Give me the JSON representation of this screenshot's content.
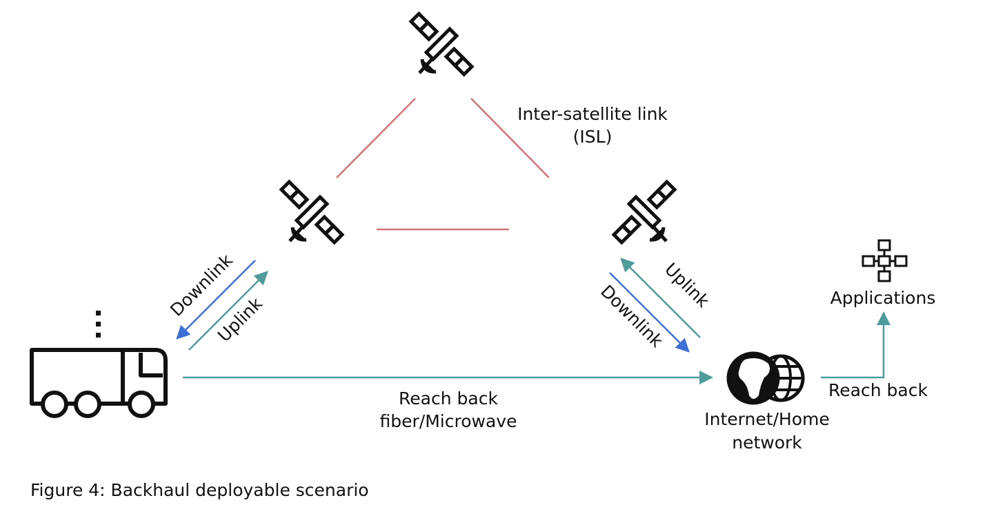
{
  "colors": {
    "isl_link": "#d4727a",
    "downlink": "#3d6fd6",
    "uplink": "#4f9a9a",
    "reach_back": "#4f9a9a",
    "icon": "#111111"
  },
  "labels": {
    "isl_line1": "Inter-satellite link",
    "isl_line2": "(ISL)",
    "left_downlink": "Downlink",
    "left_uplink": "Uplink",
    "right_uplink": "Uplink",
    "right_downlink": "Downlink",
    "reach_back_line1": "Reach back",
    "reach_back_line2": "fiber/Microwave",
    "internet_line1": "Internet/Home",
    "internet_line2": "network",
    "applications": "Applications",
    "reach_back_right": "Reach back"
  },
  "icons": {
    "top_satellite": "satellite-icon",
    "left_satellite": "satellite-icon",
    "right_satellite": "satellite-icon",
    "truck": "truck-icon",
    "globe": "globe-icon",
    "applications": "network-nodes-icon"
  },
  "caption": "Figure 4: Backhaul deployable scenario"
}
